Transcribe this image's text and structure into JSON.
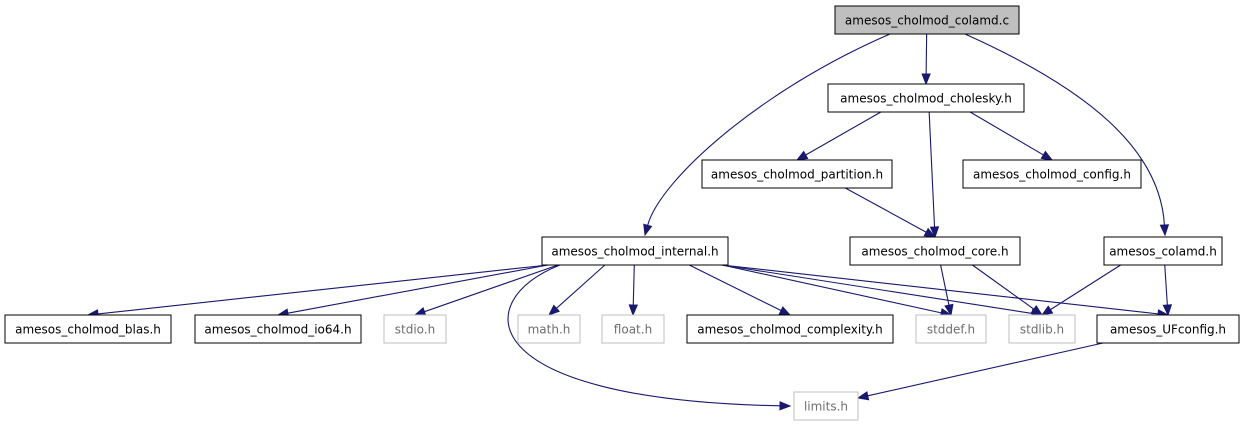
{
  "diagram": {
    "colors": {
      "edge": "#191970",
      "root_fill": "#bfbfbf",
      "system_border": "#bfbfbf",
      "system_text": "#6e6e6e"
    },
    "nodes": {
      "colamd_c": {
        "label": "amesos_cholmod_colamd.c",
        "kind": "root"
      },
      "cholesky_h": {
        "label": "amesos_cholmod_cholesky.h",
        "kind": "local"
      },
      "partition_h": {
        "label": "amesos_cholmod_partition.h",
        "kind": "local"
      },
      "config_h": {
        "label": "amesos_cholmod_config.h",
        "kind": "local"
      },
      "internal_h": {
        "label": "amesos_cholmod_internal.h",
        "kind": "local"
      },
      "core_h": {
        "label": "amesos_cholmod_core.h",
        "kind": "local"
      },
      "colamd_h": {
        "label": "amesos_colamd.h",
        "kind": "local"
      },
      "blas_h": {
        "label": "amesos_cholmod_blas.h",
        "kind": "local"
      },
      "io64_h": {
        "label": "amesos_cholmod_io64.h",
        "kind": "local"
      },
      "stdio_h": {
        "label": "stdio.h",
        "kind": "system"
      },
      "math_h": {
        "label": "math.h",
        "kind": "system"
      },
      "float_h": {
        "label": "float.h",
        "kind": "system"
      },
      "complexity_h": {
        "label": "amesos_cholmod_complexity.h",
        "kind": "local"
      },
      "stddef_h": {
        "label": "stddef.h",
        "kind": "system"
      },
      "stdlib_h": {
        "label": "stdlib.h",
        "kind": "system"
      },
      "ufconfig_h": {
        "label": "amesos_UFconfig.h",
        "kind": "local"
      },
      "limits_h": {
        "label": "limits.h",
        "kind": "system"
      }
    },
    "edges": [
      [
        "colamd_c",
        "cholesky_h"
      ],
      [
        "colamd_c",
        "internal_h"
      ],
      [
        "colamd_c",
        "colamd_h"
      ],
      [
        "cholesky_h",
        "partition_h"
      ],
      [
        "cholesky_h",
        "config_h"
      ],
      [
        "cholesky_h",
        "core_h"
      ],
      [
        "partition_h",
        "core_h"
      ],
      [
        "core_h",
        "stddef_h"
      ],
      [
        "core_h",
        "stdlib_h"
      ],
      [
        "colamd_h",
        "stdlib_h"
      ],
      [
        "colamd_h",
        "ufconfig_h"
      ],
      [
        "internal_h",
        "blas_h"
      ],
      [
        "internal_h",
        "io64_h"
      ],
      [
        "internal_h",
        "stdio_h"
      ],
      [
        "internal_h",
        "math_h"
      ],
      [
        "internal_h",
        "float_h"
      ],
      [
        "internal_h",
        "complexity_h"
      ],
      [
        "internal_h",
        "stddef_h"
      ],
      [
        "internal_h",
        "stdlib_h"
      ],
      [
        "internal_h",
        "ufconfig_h"
      ],
      [
        "internal_h",
        "limits_h"
      ],
      [
        "ufconfig_h",
        "limits_h"
      ]
    ]
  }
}
